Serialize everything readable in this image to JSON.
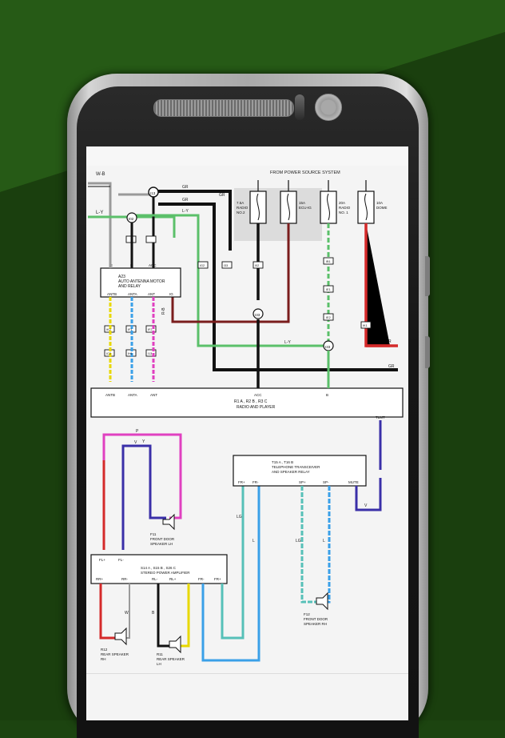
{
  "diagram": {
    "header": "FROM POWER SOURCE SYSTEM",
    "top_left_wires": [
      "W-B",
      "L-Y"
    ],
    "fuses": [
      {
        "line1": "7.5A",
        "line2": "RADIO",
        "line3": "NO.2"
      },
      {
        "line1": "15A",
        "line2": "ECU-IG",
        "line3": ""
      },
      {
        "line1": "20A",
        "line2": "RADIO",
        "line3": "NO. 1"
      },
      {
        "line1": "10A",
        "line2": "DOME",
        "line3": ""
      }
    ],
    "antenna_relay": {
      "code": "A23",
      "line1": "AUTO ANTENNA MOTOR",
      "line2": "AND RELAY"
    },
    "relay_pins": [
      "E",
      "B",
      "ACC",
      "ANTB",
      "ANTA",
      "ANT",
      "IG"
    ],
    "radio_unit": {
      "pins": [
        "ANTB",
        "ANTA",
        "ANT",
        "ACC",
        "B"
      ],
      "line1": "R1 A , R2 B , R3 C",
      "line2": "RADIO AND PLAYER"
    },
    "phone_unit": {
      "code": "T15 A , T16 B",
      "line1": "TELEPHONE TRANSCEIVER",
      "line2": "AND SPEAKER RELAY",
      "pins": [
        "FR+",
        "FR-",
        "SP+",
        "SP-",
        "MUTE"
      ],
      "tlmt": "TLMT"
    },
    "amplifier": {
      "code": "S14 A , S15 B , S26 C",
      "label": "STEREO POWER AMPLIFIER",
      "top_pins": [
        "FL+",
        "FL-"
      ],
      "bottom_pins": [
        "RR+",
        "RR-",
        "RL-",
        "RL+",
        "FR-",
        "FR+"
      ]
    },
    "speakers": [
      {
        "code": "F11",
        "line1": "FRONT DOOR",
        "line2": "SPEAKER LH"
      },
      {
        "code": "F12",
        "line1": "FRONT DOOR",
        "line2": "SPEAKER RH"
      },
      {
        "code": "R12",
        "line1": "REAR SPEAKER",
        "line2": "RH"
      },
      {
        "code": "R11",
        "line1": "REAR SPEAKER",
        "line2": "LH"
      }
    ],
    "connectors": [
      "IB1",
      "IE1",
      "IE2",
      "IG2",
      "IK1",
      "IK2",
      "IF1",
      "IF2",
      "IC2",
      "IH1",
      "I13",
      "I33",
      "I02"
    ],
    "wire_labels": [
      "GR",
      "GR",
      "L-Y",
      "R",
      "GR",
      "L-Y",
      "R-B",
      "GR",
      "Y",
      "V",
      "P",
      "L",
      "LG",
      "W",
      "B",
      "LG",
      "L",
      "V"
    ]
  },
  "colors": {
    "bg": "#1c4410",
    "wire_black": "#111111",
    "wire_gray": "#9a9a9a",
    "wire_red": "#d42a2a",
    "wire_green": "#5bc06a",
    "wire_lightblue": "#3aa0e8",
    "wire_pink": "#e040c0",
    "wire_yellow": "#e8d800",
    "wire_purple": "#3a2fa8",
    "wire_teal": "#56c0b8",
    "wire_darkred": "#7a1d1d"
  }
}
